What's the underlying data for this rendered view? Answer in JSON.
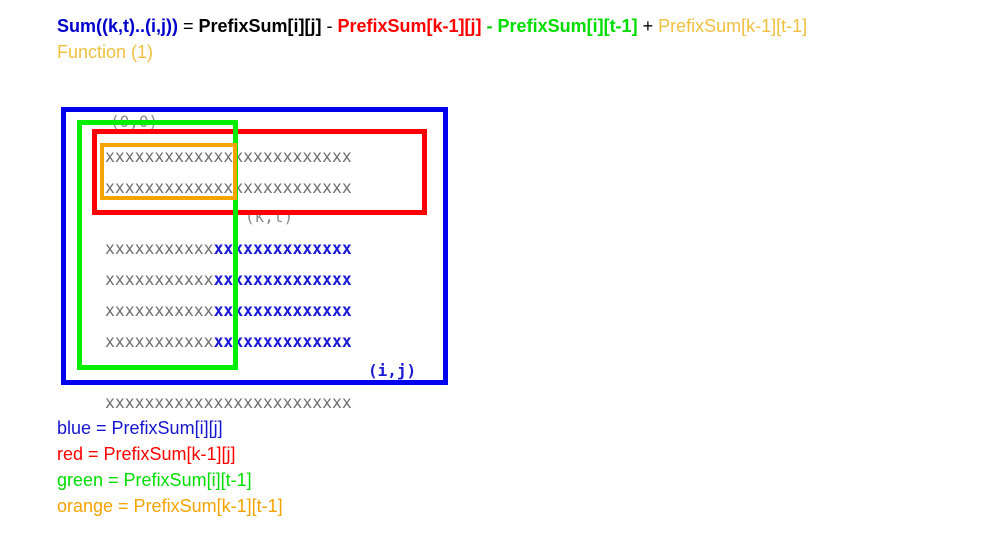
{
  "formula": {
    "lhs": "Sum((k,t)..(i,j))",
    "eq": " = ",
    "t1": "PrefixSum[i][j]",
    "op1": " - ",
    "t2": "PrefixSum[k-1][j]",
    "op2": " - ",
    "t3": "PrefixSum[i][t-1]",
    "op3": " + ",
    "t4": "PrefixSum[k-1][t-1]",
    "label": "Function (1)"
  },
  "grid": {
    "top_label": "(0,0)",
    "mid_label": "(k,t)",
    "bottom_label": "(i,j)",
    "rows_top": [
      "xxxxxxxxxxxxxxxxxxxxxxxxx",
      "xxxxxxxxxxxxxxxxxxxxxxxxx"
    ],
    "rows_mid_gray": [
      "xxxxxxxxxxx",
      "xxxxxxxxxxx",
      "xxxxxxxxxxx",
      "xxxxxxxxxxx"
    ],
    "rows_mid_blue": [
      "xxxxxxxxxxxxxx",
      "xxxxxxxxxxxxxx",
      "xxxxxxxxxxxxxx",
      "xxxxxxxxxxxxxx"
    ],
    "row_bottom": "xxxxxxxxxxxxxxxxxxxxxxxxx"
  },
  "legend": [
    {
      "text": "blue = PrefixSum[i][j]",
      "color": "#1515d0"
    },
    {
      "text": "red = PrefixSum[k-1][j]",
      "color": "#ff0000"
    },
    {
      "text": "green = PrefixSum[i][t-1]",
      "color": "#00dd00"
    },
    {
      "text": "orange = PrefixSum[k-1][t-1]",
      "color": "#f5a300"
    }
  ],
  "colors": {
    "blue": "#0000ee",
    "red": "#ff0000",
    "green": "#00ee00",
    "orange": "#f5a300",
    "label_blue": "#0000cc",
    "label_yellow": "#f0c040"
  }
}
